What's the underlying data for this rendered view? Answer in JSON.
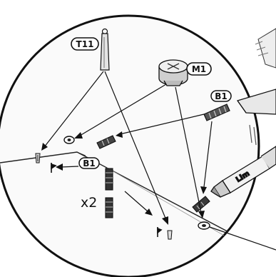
{
  "callouts": {
    "t11": "T11",
    "m1": "M1",
    "b1_top": "B1",
    "b1_left": "B1"
  },
  "quantity": "x2",
  "glue_tube_label": "Lim"
}
